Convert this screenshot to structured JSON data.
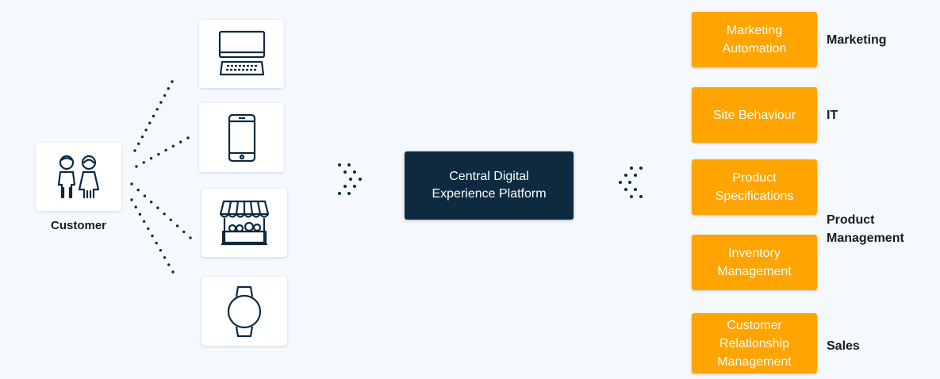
{
  "customer": {
    "label": "Customer",
    "icon": "two-people-icon"
  },
  "channels": [
    {
      "icon": "desktop-computer-icon"
    },
    {
      "icon": "smartphone-icon"
    },
    {
      "icon": "store-front-icon"
    },
    {
      "icon": "smartwatch-icon"
    }
  ],
  "central": {
    "label": "Central Digital Experience Platform"
  },
  "sources": [
    {
      "label": "Marketing Automation"
    },
    {
      "label": "Site Behaviour"
    },
    {
      "label": "Product Specifications"
    },
    {
      "label": "Inventory Management"
    },
    {
      "label": "Customer Relationship Management"
    }
  ],
  "departments": [
    {
      "label": "Marketing"
    },
    {
      "label": "IT"
    },
    {
      "label": "Product Management"
    },
    {
      "label": "Sales"
    }
  ],
  "colors": {
    "background": "#f5f9fd",
    "central_bg": "#0d2a40",
    "source_bg": "#ffa400",
    "icon_stroke": "#0d2a40"
  }
}
